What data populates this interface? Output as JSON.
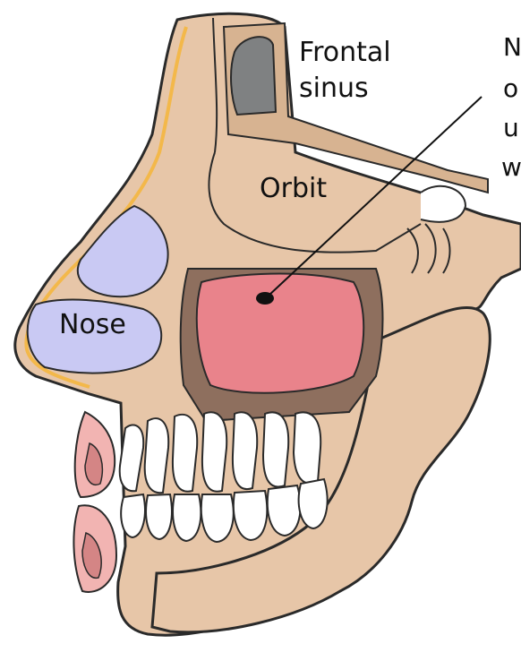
{
  "labels": {
    "frontal_sinus_line1": "Frontal",
    "frontal_sinus_line2": "sinus",
    "orbit": "Orbit",
    "nose": "Nose",
    "cut_off_line1": "N",
    "cut_off_line2": "o",
    "cut_off_line3": "u",
    "cut_off_line4": "w"
  },
  "colors": {
    "bone": "#e7c6a8",
    "bone_outline": "#2a2a2a",
    "sinus_dark": "#8e6f5e",
    "sinus_fill": "#e9838b",
    "frontal_sinus": "#7f8182",
    "nasal_cartilage": "#c9c9f3",
    "lip": "#f2b4b2",
    "lip_inner": "#d48585",
    "skin_line": "#f3b84a",
    "tooth": "#ffffff"
  }
}
